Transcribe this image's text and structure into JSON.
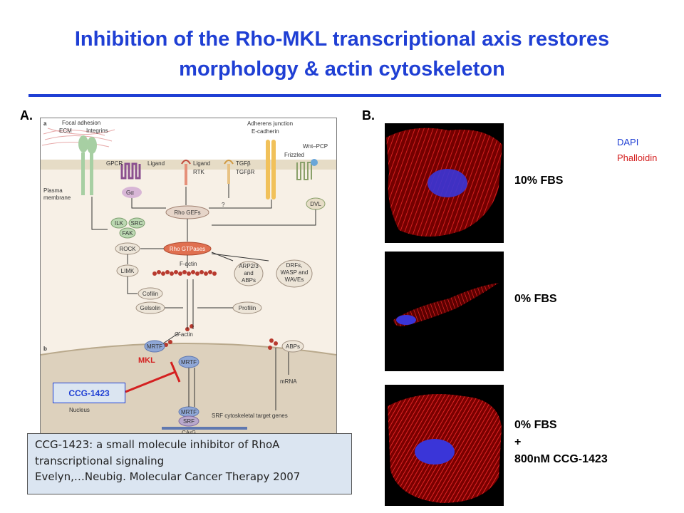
{
  "title": {
    "line1": "Inhibition of the Rho-MKL transcriptional axis restores",
    "line2": "morphology & actin cytoskeleton"
  },
  "panel_a": {
    "label": "A.",
    "diagram_labels": {
      "section_a": "a",
      "section_b": "b",
      "focal_adhesion": "Focal adhesion",
      "ecm": "ECM",
      "integrins": "Integrins",
      "adherens_junction": "Adherens junction",
      "e_cadherin": "E-cadherin",
      "wnt_pcp": "Wnt–PCP",
      "frizzled": "Frizzled",
      "gpcr": "GPCR",
      "ligand1": "Ligand",
      "ligand2": "Ligand",
      "rtk": "RTK",
      "tgfb": "TGFβ",
      "tgfbr": "TGFβR",
      "g_alpha": "Gα",
      "plasma_membrane_1": "Plasma",
      "plasma_membrane_2": "membrane",
      "question": "?",
      "dvl": "DVL",
      "ilk": "ILK",
      "src": "SRC",
      "fak": "FAK",
      "rho_gefs": "Rho GEFs",
      "rock": "ROCK",
      "rho_gtpases": "Rho GTPases",
      "limk": "LIMK",
      "f_actin": "F-actin",
      "arp_1": "ARP2/3",
      "arp_2": "and",
      "arp_3": "ABPs",
      "drfs_1": "DRFs,",
      "drfs_2": "WASP and",
      "drfs_3": "WAVEs",
      "cofilin": "Cofilin",
      "gelsolin": "Gelsolin",
      "profilin": "Profilin",
      "g_actin": "G-actin",
      "mrtf1": "MRTF",
      "mrtf2": "MRTF",
      "mrtf3": "MRTF",
      "srf": "SRF",
      "carg": "CArG",
      "abps": "ABPs",
      "mrna": "mRNA",
      "nucleus": "Nucleus",
      "target_genes": "SRF cytoskeletal target genes"
    },
    "mkl_label": "MKL",
    "inhibitor_label": "CCG-1423",
    "note": {
      "line1": "CCG-1423: a small molecule inhibitor of RhoA",
      "line2": "transcriptional signaling",
      "line3": "Evelyn,…Neubig. Molecular Cancer Therapy 2007"
    }
  },
  "panel_b": {
    "label": "B.",
    "legend": {
      "dapi": "DAPI",
      "phalloidin": "Phalloidin",
      "dapi_color": "#1f3fd4",
      "phalloidin_color": "#d42020"
    },
    "conditions": [
      {
        "lines": [
          "10% FBS"
        ]
      },
      {
        "lines": [
          "0% FBS"
        ]
      },
      {
        "lines": [
          "0% FBS",
          "+",
          "800nM CCG-1423"
        ]
      }
    ]
  },
  "colors": {
    "title": "#1f3fd4",
    "accent_red": "#d42020",
    "note_bg": "#dbe5f1"
  }
}
